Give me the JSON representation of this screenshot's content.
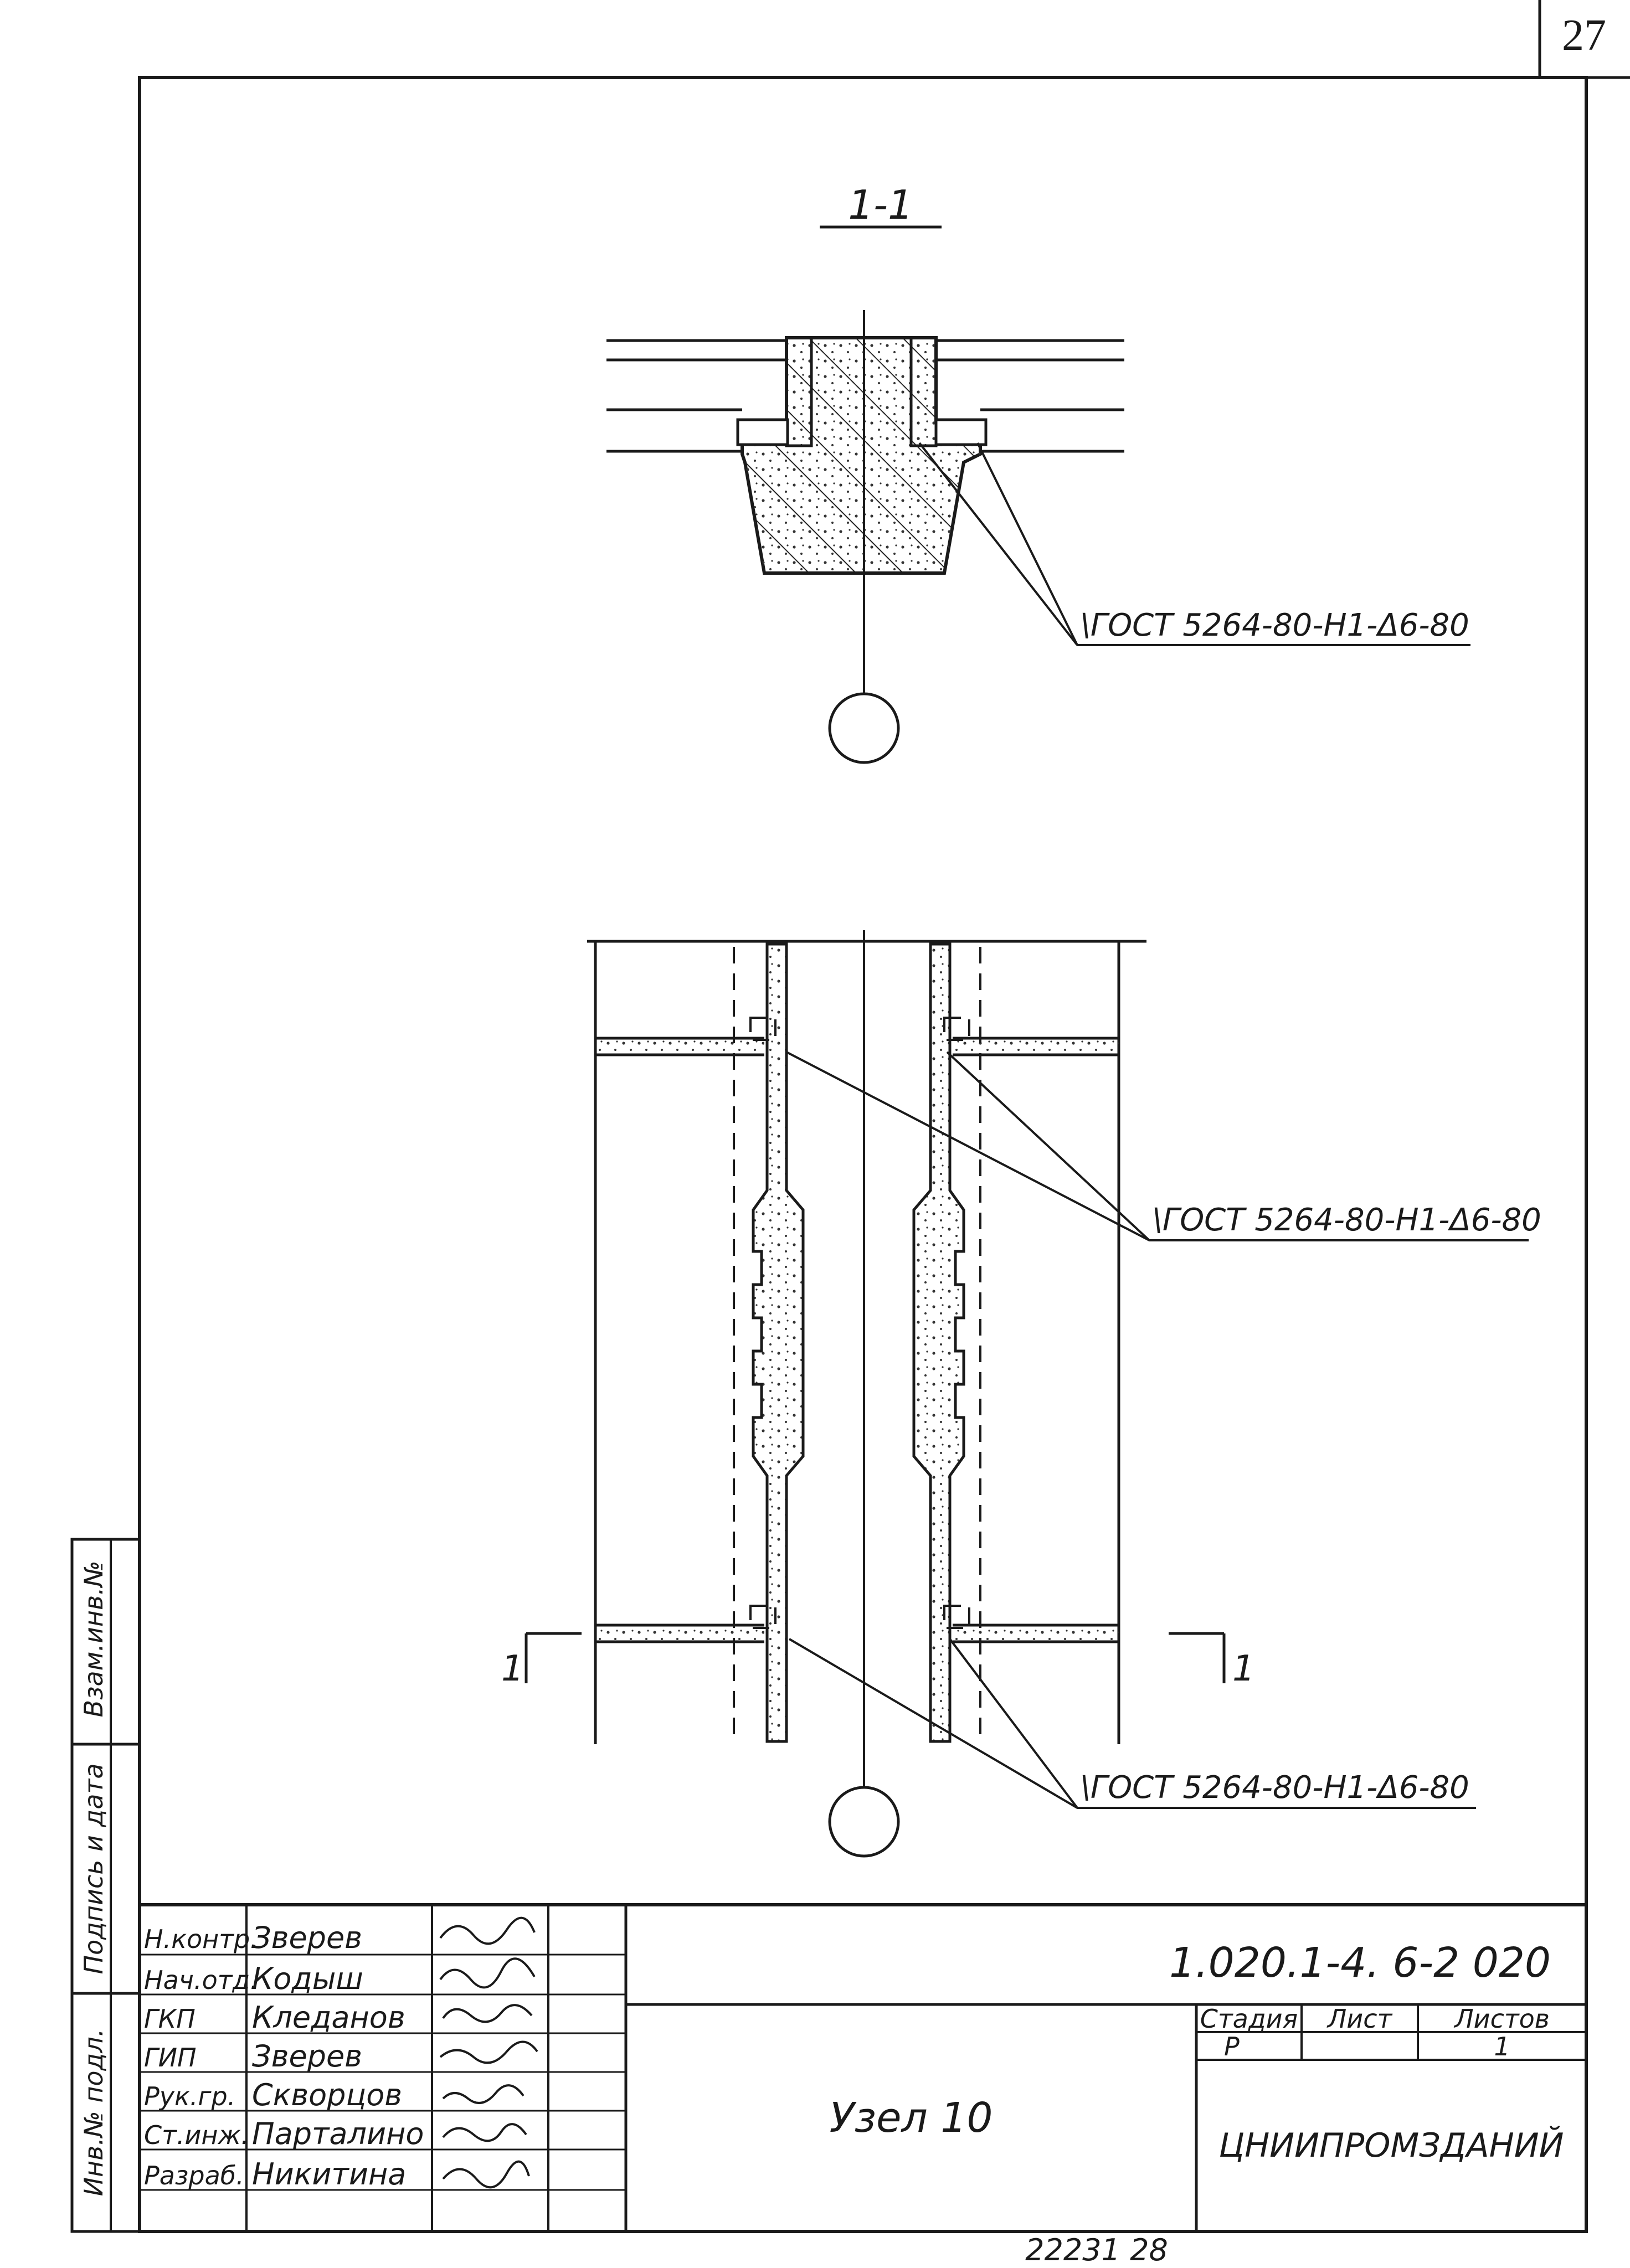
{
  "sheet": {
    "page_number": "27",
    "bottom_number": "22231  28"
  },
  "section_view": {
    "title": "1-1",
    "weld_label": "\\ГОСТ 5264-80-Н1-Δ6-80"
  },
  "plan_view": {
    "weld_label_upper": "\\ГОСТ 5264-80-Н1-Δ6-80",
    "weld_label_lower": "\\ГОСТ 5264-80-Н1-Δ6-80",
    "cut_mark_left": "1",
    "cut_mark_right": "1"
  },
  "side_stamp": {
    "col1": "Взам.инв.№",
    "col2": "Подпись и дата",
    "col3": "Инв.№ подл."
  },
  "title_block": {
    "doc_code": "1.020.1-4. 6-2 020",
    "drawing_name": "Узел 10",
    "organization": "ЦНИИПРОМЗДАНИЙ",
    "stage_header": "Стадия",
    "sheet_header": "Лист",
    "sheets_header": "Листов",
    "stage_value": "Р",
    "sheets_value": "1",
    "people": [
      {
        "role": "Н.контр.",
        "name": "Зверев"
      },
      {
        "role": "Нач.отд.",
        "name": "Кодыш"
      },
      {
        "role": "ГКП",
        "name": "Кледанов"
      },
      {
        "role": "ГИП",
        "name": "Зверев"
      },
      {
        "role": "Рук.гр.",
        "name": "Скворцов"
      },
      {
        "role": "Ст.инж.",
        "name": "Парталино"
      },
      {
        "role": "Разраб.",
        "name": "Никитина"
      }
    ]
  }
}
